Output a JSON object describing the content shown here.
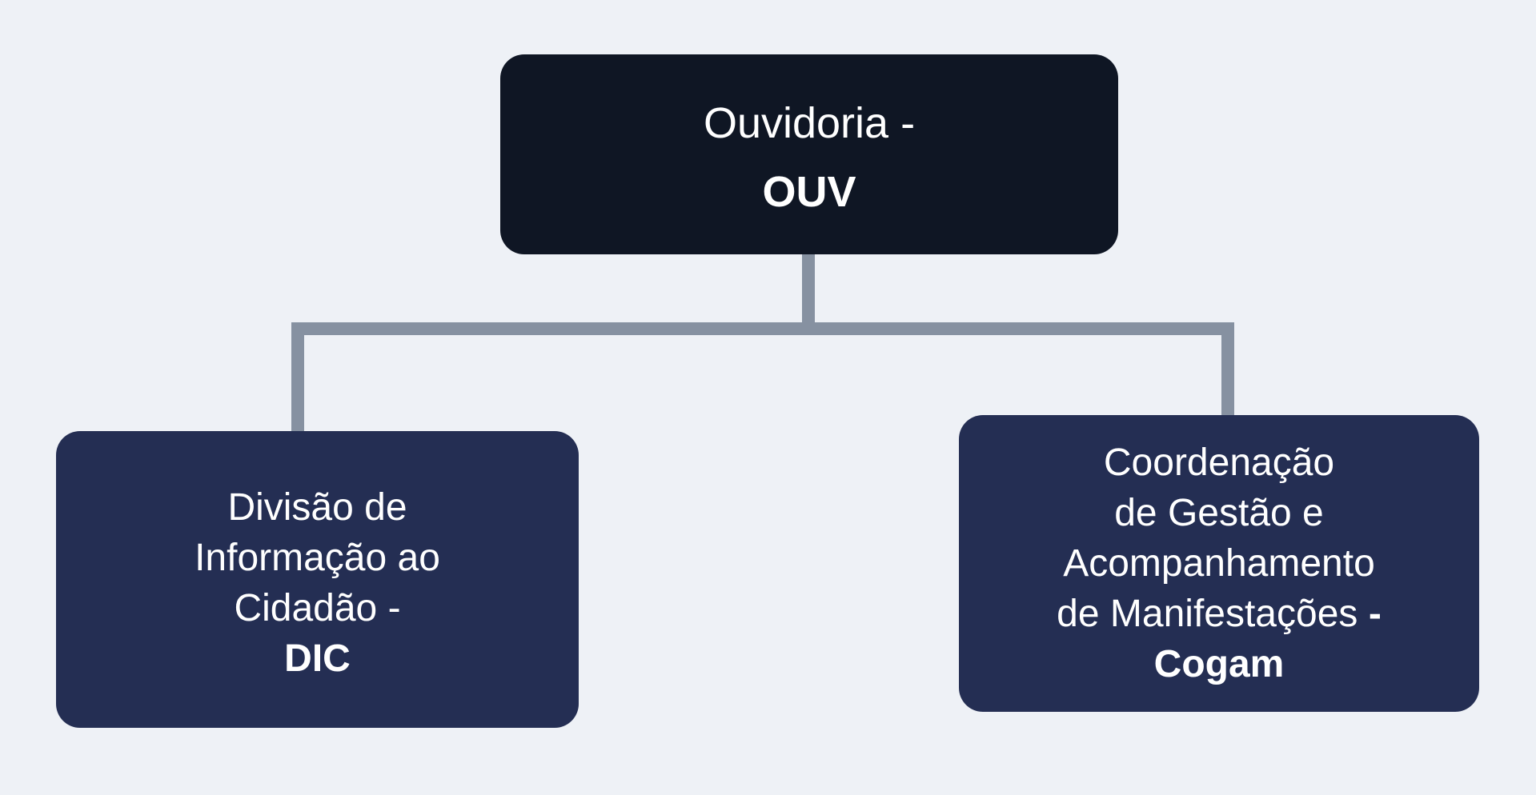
{
  "colors": {
    "background": "#eef1f6",
    "root_box": "#0f1624",
    "child_box": "#242e53",
    "connector": "#8691a1",
    "text": "#ffffff"
  },
  "org_chart": {
    "type": "organization-chart",
    "root": {
      "label_line": "Ouvidoria -",
      "abbr": "OUV"
    },
    "children": [
      {
        "id": "dic",
        "label_lines": [
          "Divisão de",
          "Informação ao",
          "Cidadão -"
        ],
        "abbr": "DIC"
      },
      {
        "id": "cogam",
        "label_lines": [
          "Coordenação",
          "de Gestão e",
          "Acompanhamento",
          "de Manifestações"
        ],
        "separator": "-",
        "abbr": "Cogam"
      }
    ]
  }
}
